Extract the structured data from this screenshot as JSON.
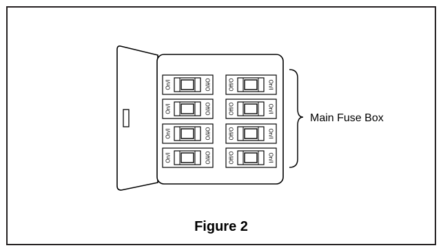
{
  "diagram": {
    "callout_label": "Main Fuse Box",
    "caption": "Figure 2",
    "switch_on_label": "On/I",
    "switch_off_label": "Off/O",
    "breakers_left": [
      {
        "on": "On/I",
        "off": "Off/O"
      },
      {
        "on": "On/I",
        "off": "Off/O"
      },
      {
        "on": "On/I",
        "off": "Off/O"
      },
      {
        "on": "On/I",
        "off": "Off/O"
      }
    ],
    "breakers_right": [
      {
        "on": "On/I",
        "off": "Off/O"
      },
      {
        "on": "On/I",
        "off": "Off/O"
      },
      {
        "on": "On/I",
        "off": "Off/O"
      },
      {
        "on": "On/I",
        "off": "Off/O"
      }
    ]
  },
  "colors": {
    "stroke": "#000000",
    "background": "#ffffff",
    "frame_border": "#231f20"
  }
}
